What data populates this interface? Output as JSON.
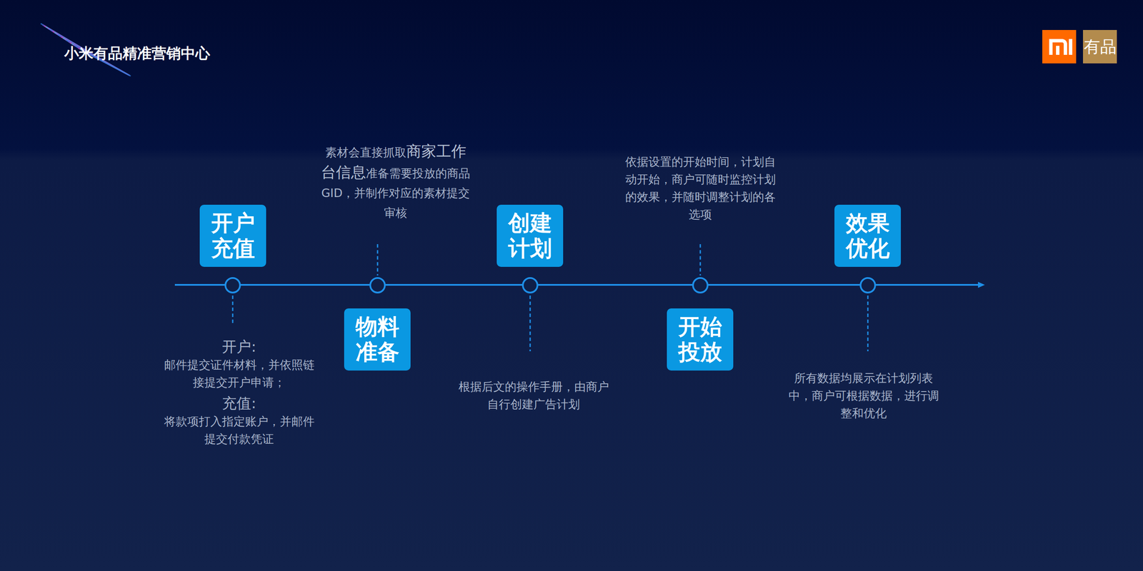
{
  "diagram": {
    "title": "小米有品精准营销中心",
    "nodes": [
      {
        "text": [
          "开户 充值"
        ]
      },
      {
        "text": [
          "物料 准备"
        ]
      },
      {
        "text": [
          "创建 计划"
        ]
      },
      {
        "text": [
          "开始 投放"
        ]
      },
      {
        "text": [
          "效果 优化"
        ]
      }
    ],
    "labels": [
      "有品",
      "开户:",
      "邮件提交证件材料，并依照链接提交开户申请；",
      "充值:",
      "将款项打入指定账户，并邮件提交付款凭证",
      "素材会直接抓取",
      "商家工作台信息",
      "准备需要投放的商品GID，并制作对应的素材提交审核",
      "根据后文的操作手册，由商户自行创建广告计划",
      "依据设置的开始时间，计划自动开始，商户可随时监控计划的效果，并随时调整计划的各选项",
      "所有数据均展示在计划列表中，商户可根据数据，进行调整和优化"
    ]
  }
}
